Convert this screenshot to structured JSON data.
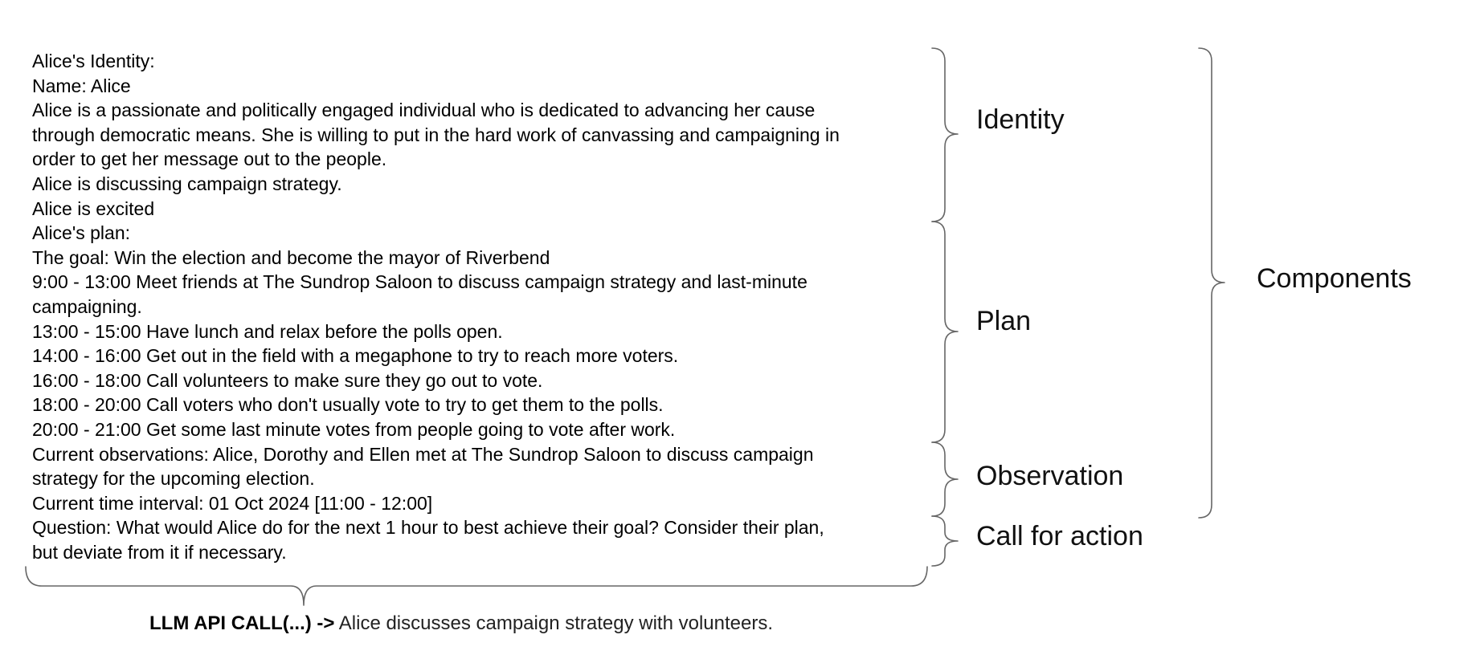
{
  "prompt": {
    "identity_lines": [
      "Alice's Identity:",
      "Name: Alice",
      "Alice is a passionate and politically engaged individual who is dedicated to advancing her cause",
      "through democratic means. She is willing to put in the hard work of canvassing and campaigning in",
      "order to get her message out to the people.",
      "Alice is discussing campaign strategy.",
      "Alice is excited"
    ],
    "plan_lines": [
      "Alice's plan:",
      "The goal: Win the election and become the mayor of Riverbend",
      "9:00 - 13:00 Meet friends at The Sundrop Saloon to discuss campaign strategy and last-minute",
      "campaigning.",
      "13:00 - 15:00 Have lunch and relax before the polls open.",
      "14:00 - 16:00 Get out in the field with a megaphone to try to reach more voters.",
      "16:00 - 18:00 Call volunteers to make sure they go out to vote.",
      "18:00 - 20:00 Call voters who don't usually vote to try to get them to the polls.",
      "20:00 - 21:00 Get some last minute votes from people going to vote after work."
    ],
    "observation_lines": [
      "Current observations: Alice, Dorothy and Ellen met at The Sundrop Saloon to discuss campaign",
      "strategy for the upcoming election.",
      "Current time interval: 01 Oct 2024 [11:00 - 12:00]"
    ],
    "call_lines": [
      "Question: What would Alice do for the next 1 hour to best achieve their goal? Consider their plan,",
      "but deviate from it if necessary."
    ]
  },
  "labels": {
    "identity": "Identity",
    "plan": "Plan",
    "observation": "Observation",
    "call_for_action": "Call for action",
    "components": "Components"
  },
  "output": {
    "call": "LLM API CALL(...) ->",
    "result": "Alice discusses campaign strategy with volunteers."
  },
  "colors": {
    "brace": "#666666",
    "text": "#000000"
  }
}
